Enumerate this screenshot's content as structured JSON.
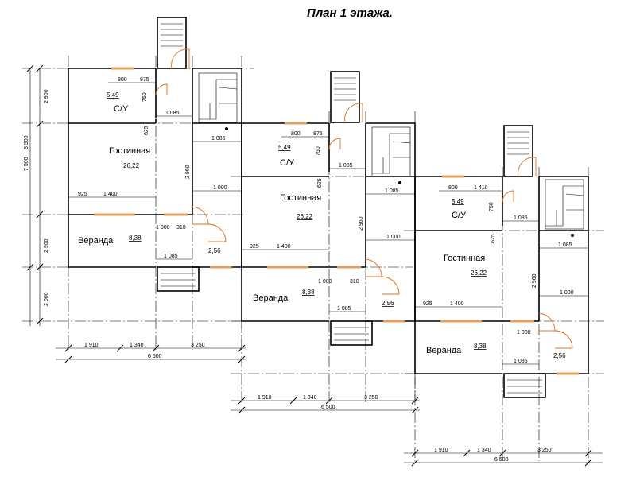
{
  "title": "План 1 этажа.",
  "units": [
    {
      "rooms": {
        "su": "С/У",
        "su_area": "5,49",
        "living": "Гостинная",
        "living_area": "26,22",
        "veranda": "Веранда",
        "veranda_area": "8,38",
        "hall_area": "2,56"
      },
      "dims": {
        "a800": "800",
        "a875": "875",
        "a750": "750",
        "a625": "625",
        "a1085a": "1 085",
        "a1085b": "1 085",
        "a1085c": "1 085",
        "a925": "925",
        "a1400": "1 400",
        "a2960": "2 960",
        "a1000": "1 000",
        "a1000b": "1 000",
        "a310": "310"
      },
      "bottom": {
        "d1": "1 910",
        "d2": "1 340",
        "d3": "3 250",
        "total": "6 500"
      }
    },
    {
      "rooms": {
        "su": "С/У",
        "su_area": "5,49",
        "living": "Гостинная",
        "living_area": "26,22",
        "veranda": "Веранда",
        "veranda_area": "8,38",
        "hall_area": "2,56"
      },
      "dims": {
        "a800": "800",
        "a875": "875",
        "a750": "750",
        "a625": "625",
        "a1085a": "1 085",
        "a1085b": "1 085",
        "a1085c": "1 085",
        "a925": "925",
        "a1400": "1 400",
        "a2960": "2 960",
        "a1000": "1 000",
        "a1000b": "1 000",
        "a310": "310"
      },
      "bottom": {
        "d1": "1 910",
        "d2": "1 340",
        "d3": "3 250",
        "total": "6 500"
      }
    },
    {
      "rooms": {
        "su": "С/У",
        "su_area": "5,49",
        "living": "Гостинная",
        "living_area": "26,22",
        "veranda": "Веранда",
        "veranda_area": "8,38",
        "hall_area": "2,56"
      },
      "dims": {
        "a800": "800",
        "a1410": "1 410",
        "a750": "750",
        "a625": "625",
        "a1085a": "1 085",
        "a1085b": "1 085",
        "a1085c": "1 085",
        "a925": "925",
        "a1400": "1 400",
        "a2960": "2 960",
        "a1000": "1 000",
        "a1000b": "1 000"
      },
      "bottom": {
        "d1": "1 910",
        "d2": "1 340",
        "d3": "3 250",
        "total": "6 500"
      }
    }
  ],
  "left_dims": {
    "total": "7 500",
    "sub": "3 500",
    "r1": "2 900",
    "r2": "2 900",
    "r3": "2 000"
  }
}
